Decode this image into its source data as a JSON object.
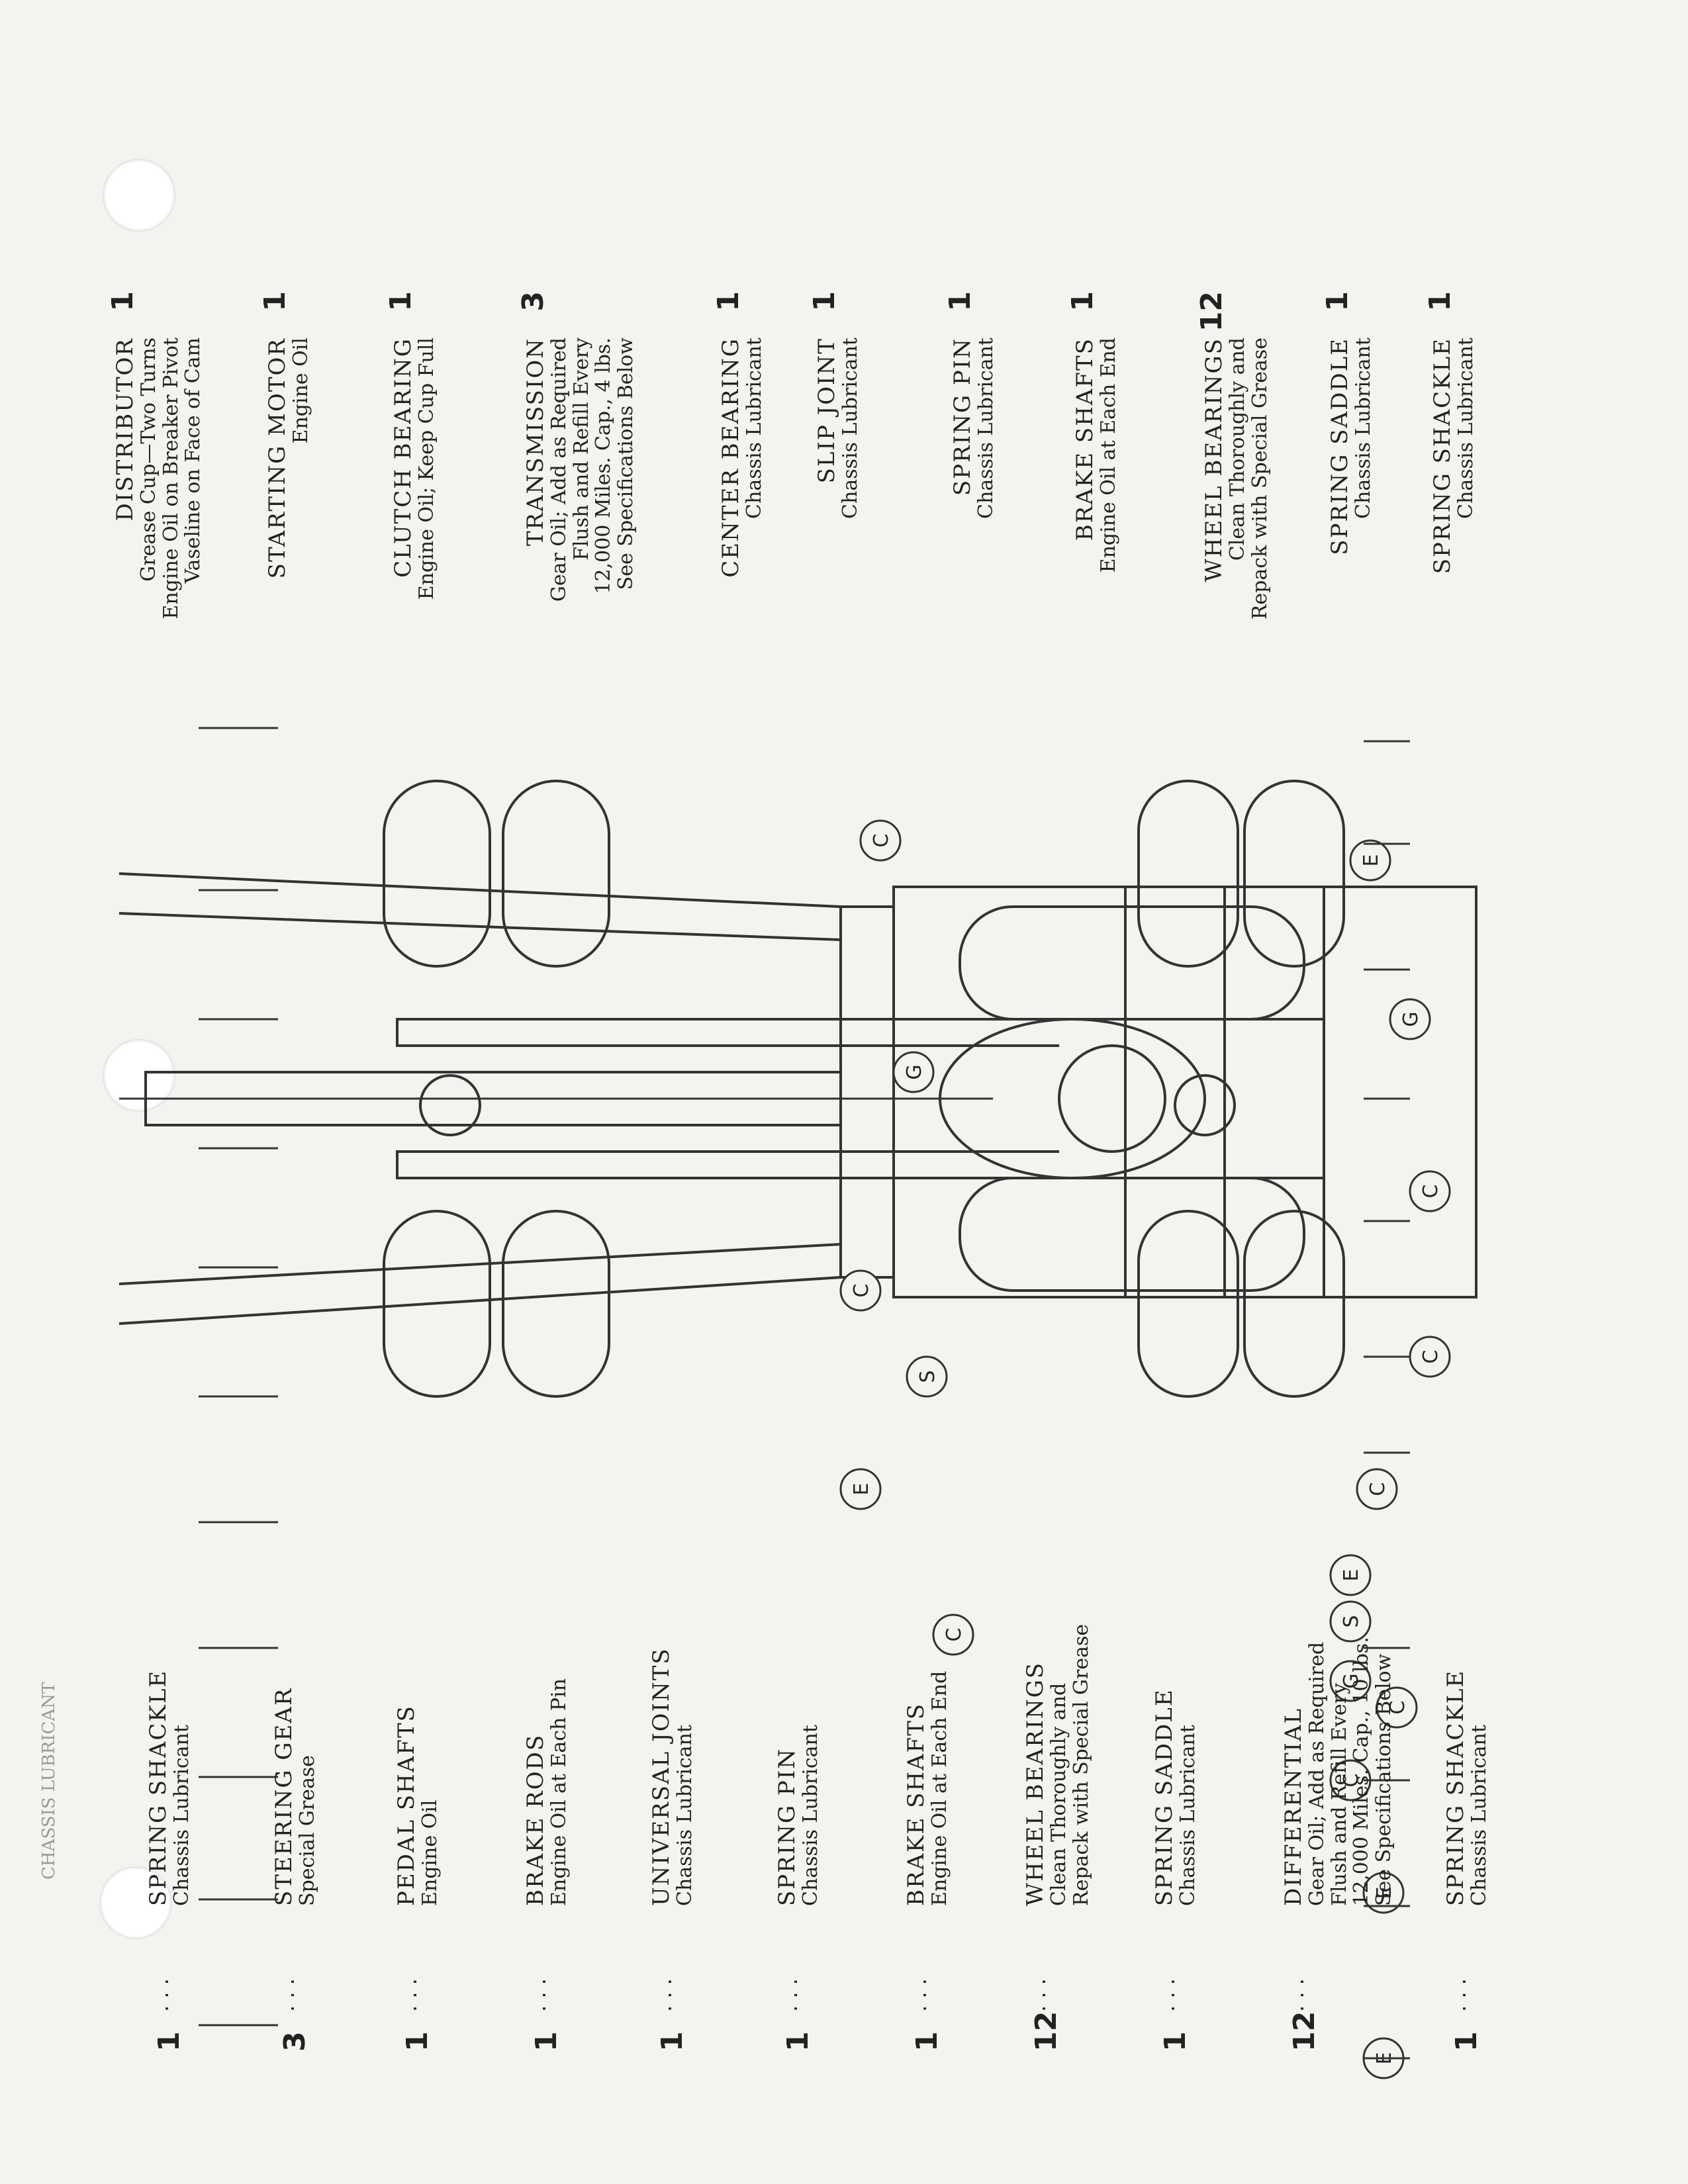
{
  "corner_text": "CHASSIS LUBRICANT",
  "top_labels": [
    {
      "qty": "1",
      "title": "SPRING SHACKLE",
      "desc": [
        "Chassis Lubricant"
      ]
    },
    {
      "qty": "3",
      "title": "STEERING GEAR",
      "desc": [
        "Special Grease"
      ]
    },
    {
      "qty": "1",
      "title": "PEDAL SHAFTS",
      "desc": [
        "Engine Oil"
      ]
    },
    {
      "qty": "1",
      "title": "BRAKE RODS",
      "desc": [
        "Engine Oil at Each Pin"
      ]
    },
    {
      "qty": "1",
      "title": "UNIVERSAL JOINTS",
      "desc": [
        "Chassis Lubricant"
      ]
    },
    {
      "qty": "1",
      "title": "SPRING PIN",
      "desc": [
        "Chassis Lubricant"
      ]
    },
    {
      "qty": "1",
      "title": "BRAKE SHAFTS",
      "desc": [
        "Engine Oil at Each End"
      ]
    },
    {
      "qty": "12",
      "title": "WHEEL BEARINGS",
      "desc": [
        "Clean Thoroughly and",
        "Repack with Special Grease"
      ]
    },
    {
      "qty": "1",
      "title": "SPRING SADDLE",
      "desc": [
        "Chassis Lubricant"
      ]
    },
    {
      "qty": "12",
      "title": "DIFFERENTIAL",
      "desc": [
        "Gear Oil; Add as Required",
        "Flush and Refill Every",
        "12,000 Miles. Cap., 10 lbs.",
        "See Specifications Below"
      ]
    },
    {
      "qty": "1",
      "title": "SPRING SHACKLE",
      "desc": [
        "Chassis Lubricant"
      ]
    }
  ],
  "bottom_labels": [
    {
      "qty": "1",
      "title": "DISTRIBUTOR",
      "desc": [
        "Grease Cup—Two Turns",
        "Engine Oil on Breaker Pivot",
        "Vaseline on Face of Cam"
      ]
    },
    {
      "qty": "1",
      "title": "STARTING MOTOR",
      "desc": [
        "Engine Oil"
      ]
    },
    {
      "qty": "1",
      "title": "CLUTCH BEARING",
      "desc": [
        "Engine Oil; Keep Cup Full"
      ]
    },
    {
      "qty": "3",
      "title": "TRANSMISSION",
      "desc": [
        "Gear Oil; Add as Required",
        "Flush and Refill Every",
        "12,000 Miles. Cap., 4 lbs.",
        "See Specifications Below"
      ]
    },
    {
      "qty": "1",
      "title": "CENTER BEARING",
      "desc": [
        "Chassis Lubricant"
      ]
    },
    {
      "qty": "1",
      "title": "SLIP JOINT",
      "desc": [
        "Chassis Lubricant"
      ]
    },
    {
      "qty": "1",
      "title": "SPRING PIN",
      "desc": [
        "Chassis Lubricant"
      ]
    },
    {
      "qty": "1",
      "title": "BRAKE SHAFTS",
      "desc": [
        "Engine Oil at Each End"
      ]
    },
    {
      "qty": "12",
      "title": "WHEEL BEARINGS",
      "desc": [
        "Clean Thoroughly and",
        "Repack with Special Grease"
      ]
    },
    {
      "qty": "1",
      "title": "SPRING SADDLE",
      "desc": [
        "Chassis Lubricant"
      ]
    },
    {
      "qty": "1",
      "title": "SPRING SHACKLE",
      "desc": [
        "Chassis Lubricant"
      ]
    }
  ],
  "top_circles": [
    "E",
    "E",
    "C",
    "C",
    "E",
    "S",
    "C",
    "G",
    "C"
  ],
  "bottom_circles": [
    "E",
    "G",
    "C",
    "C",
    "C",
    "E",
    "S",
    "G",
    "C"
  ]
}
